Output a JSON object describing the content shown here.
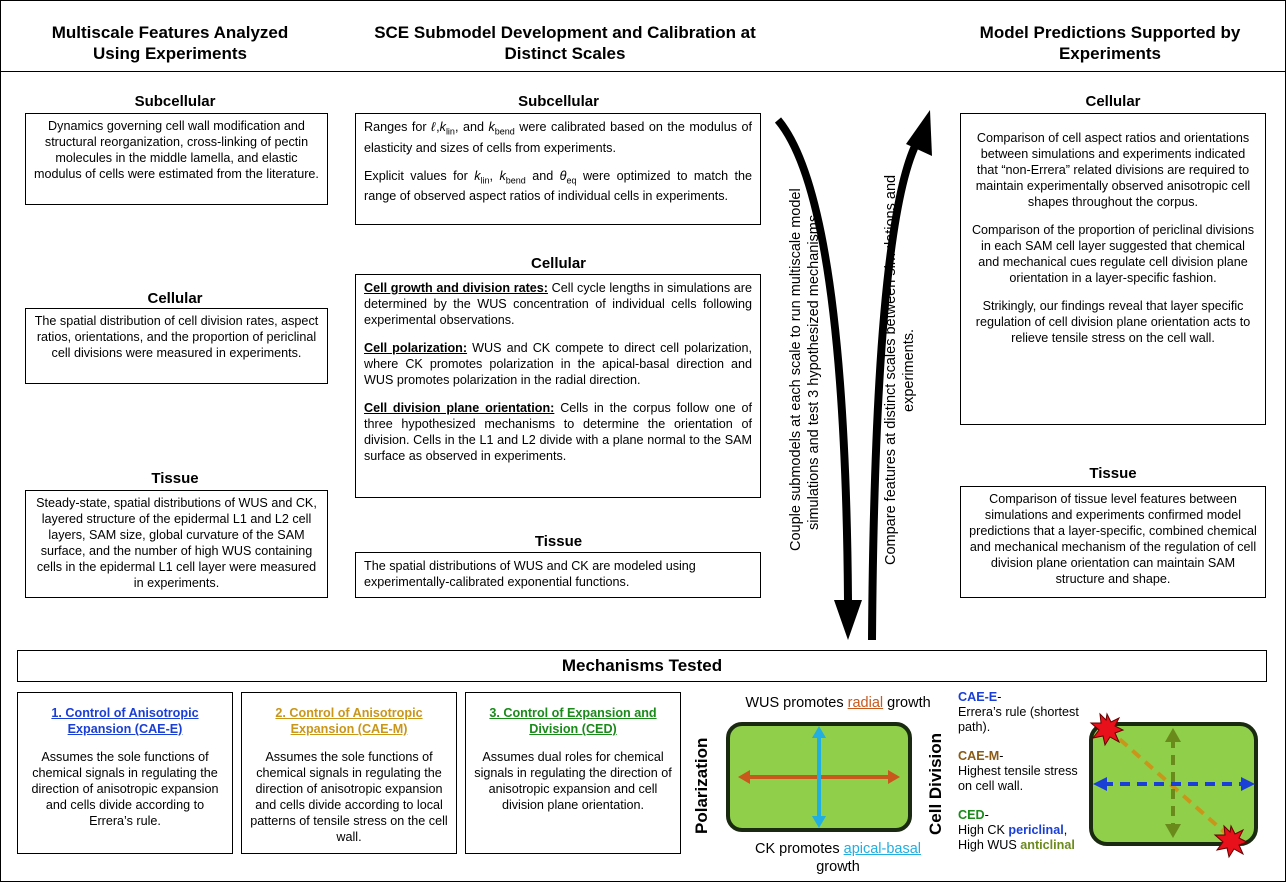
{
  "columns": {
    "left": "Multiscale Features Analyzed Using Experiments",
    "middle": "SCE Submodel Development and Calibration at Distinct Scales",
    "right": "Model Predictions Supported by Experiments"
  },
  "left": {
    "subcellular_head": "Subcellular",
    "subcellular_text": "Dynamics governing cell wall modification and structural reorganization, cross-linking of pectin molecules in the middle lamella, and elastic modulus of cells were estimated from the literature.",
    "cellular_head": "Cellular",
    "cellular_text": "The spatial distribution of cell division rates, aspect ratios, orientations, and the proportion of periclinal cell divisions were measured in experiments.",
    "tissue_head": "Tissue",
    "tissue_text": "Steady-state, spatial distributions of WUS and CK, layered structure of the epidermal L1 and L2 cell layers, SAM size, global curvature of the SAM surface, and the number of high WUS containing cells in the epidermal L1 cell layer were measured in experiments."
  },
  "middle": {
    "subcellular_head": "Subcellular",
    "sub_p1_a": "Ranges for",
    "sub_p1_b": "and",
    "sub_p1_c": "were calibrated based on the modulus of elasticity and sizes of cells from experiments.",
    "sub_p2_a": "Explicit values for",
    "sub_p2_b": "and",
    "sub_p2_c": "were optimized to match the range of observed aspect ratios of individual cells in experiments.",
    "cellular_head": "Cellular",
    "growth_title": "Cell growth and division rates:",
    "growth_text": "Cell cycle lengths in simulations are determined by the WUS concentration of individual cells following experimental observations.",
    "polar_title": "Cell polarization:",
    "polar_text": "WUS and CK compete to direct cell polarization, where CK promotes polarization in the apical-basal direction and WUS promotes polarization in the radial direction.",
    "orient_title": "Cell division plane orientation:",
    "orient_text": "Cells in the corpus follow one of three hypothesized mechanisms to determine the orientation of division. Cells in the L1 and L2 divide with a plane normal to the SAM surface as observed in experiments.",
    "tissue_head": "Tissue",
    "tissue_text": "The spatial distributions of WUS and CK are modeled using experimentally-calibrated exponential functions."
  },
  "arrows": {
    "down_text": "Couple submodels at each scale to run multiscale model simulations and test 3 hypothesized mechanisms.",
    "up_text": "Compare features at distinct scales between simulations and experiments."
  },
  "right": {
    "cellular_head": "Cellular",
    "p1": "Comparison of cell aspect ratios and orientations between simulations and experiments indicated that “non-Errera” related divisions are required to maintain experimentally observed anisotropic cell shapes throughout the corpus.",
    "p2": "Comparison of the proportion of periclinal divisions in each SAM cell layer suggested that chemical and mechanical cues regulate cell division plane orientation in a layer-specific fashion.",
    "p3": "Strikingly, our findings reveal that layer specific regulation of cell division plane orientation acts to relieve tensile stress on the cell wall.",
    "tissue_head": "Tissue",
    "tissue_text": "Comparison of tissue level features between simulations and experiments confirmed model predictions that a layer-specific, combined chemical and mechanical mechanism of the regulation of cell division plane orientation can maintain SAM structure and shape."
  },
  "mechanisms": {
    "title": "Mechanisms Tested",
    "m1_title": "1. Control of Anisotropic Expansion (CAE-E)",
    "m1_text": "Assumes the sole functions of chemical signals in regulating the direction of anisotropic expansion and cells divide according to Errera’s rule.",
    "m2_title": "2. Control of Anisotropic Expansion (CAE-M)",
    "m2_text": "Assumes the sole functions of chemical signals in regulating the direction of anisotropic expansion and cells divide according to local patterns of tensile stress on the cell wall.",
    "m3_title": "3. Control of Expansion and Division (CED)",
    "m3_text": "Assumes dual roles for chemical signals in regulating the direction of anisotropic expansion and cell division plane orientation.",
    "polarization_label": "Polarization",
    "wus_pre": "WUS promotes",
    "wus_word": "radial",
    "wus_post": "growth",
    "ck_pre": "CK promotes",
    "ck_word": "apical-basal",
    "ck_post": "growth",
    "division_label": "Cell Division",
    "cae_e_head": "CAE-E",
    "cae_e_text": "Errera’s rule (shortest path).",
    "cae_m_head": "CAE-M",
    "cae_m_text": "Highest tensile stress on cell wall.",
    "ced_head": "CED",
    "ced_l1": "High CK",
    "ced_l1b": "periclinal",
    "ced_l2": "High WUS",
    "ced_l2b": "anticlinal"
  },
  "colors": {
    "blue": "#1a3fd6",
    "gold": "#c9961a",
    "green": "#1a8a1a",
    "orange": "#c8581c",
    "cyan": "#22aee0",
    "olive": "#6b8a1c",
    "brown": "#8b5a14",
    "cell_fill": "#8fcf4a",
    "red": "#e8101a"
  },
  "symbols": {
    "ell": "ℓ",
    "k": "k",
    "lin": "lin",
    "bend": "bend",
    "theta": "θ",
    "eq": "eq",
    "comma": ","
  }
}
